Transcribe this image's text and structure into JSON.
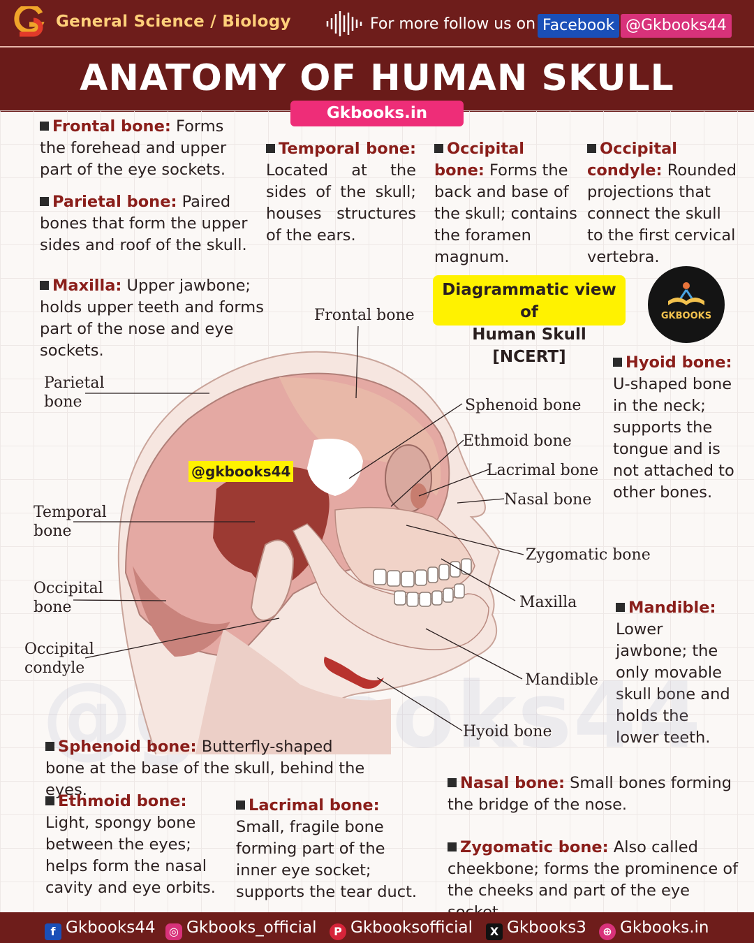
{
  "header": {
    "breadcrumb": "General Science / Biology",
    "follow_text": "For more follow us on",
    "platform": "Facebook",
    "handle": "@Gkbooks44"
  },
  "title": "ANATOMY OF HUMAN SKULL",
  "site_badge": "Gkbooks.in",
  "notes": {
    "frontal": {
      "term": "Frontal bone:",
      "text": " Forms the forehead and upper part of the eye sockets."
    },
    "parietal": {
      "term": "Parietal bone:",
      "text": " Paired bones that form the upper sides and roof of the skull."
    },
    "maxilla": {
      "term": "Maxilla:",
      "text": " Upper jawbone; holds upper teeth and forms part of the nose and eye sockets."
    },
    "temporal": {
      "term": "Temporal bone:",
      "text": " Located at the sides of the skull; houses structures of the ears."
    },
    "occipital": {
      "term": "Occipital bone:",
      "text": " Forms the back and base of the skull; contains the foramen magnum."
    },
    "occipital_condyle": {
      "term": "Occipital condyle:",
      "text": " Rounded projections that connect the skull to the first cervical vertebra."
    },
    "hyoid": {
      "term": "Hyoid bone:",
      "text": " U-shaped bone in the neck; supports the tongue and is not attached to other bones."
    },
    "mandible": {
      "term": "Mandible:",
      "text": " Lower jawbone; the only movable skull bone and holds the lower teeth."
    },
    "sphenoid": {
      "term": "Sphenoid bone:",
      "text": " Butterfly-shaped bone at the base of the skull, behind the eyes."
    },
    "ethmoid": {
      "term": "Ethmoid bone:",
      "text": " Light, spongy bone between the eyes; helps form the nasal cavity and eye orbits."
    },
    "lacrimal": {
      "term": "Lacrimal bone:",
      "text": " Small, fragile bone forming part of the inner eye socket; supports the tear duct."
    },
    "nasal": {
      "term": "Nasal bone:",
      "text": " Small bones forming the bridge of the nose."
    },
    "zygomatic": {
      "term": "Zygomatic bone:",
      "text": " Also called cheekbone; forms the prominence of the cheeks and part of the eye socket."
    }
  },
  "diagram_tag": {
    "line1": "Diagrammatic view of",
    "line2": "Human Skull [NCERT]"
  },
  "badge_text": "GKBOOKS",
  "diagram_labels": {
    "frontal": "Frontal bone",
    "parietal_1": "Parietal",
    "parietal_2": "bone",
    "temporal_1": "Temporal",
    "temporal_2": "bone",
    "occipital_1": "Occipital",
    "occipital_2": "bone",
    "condyle_1": "Occipital",
    "condyle_2": "condyle",
    "sphenoid": "Sphenoid bone",
    "ethmoid": "Ethmoid bone",
    "lacrimal": "Lacrimal bone",
    "nasal": "Nasal bone",
    "zygomatic": "Zygomatic bone",
    "maxilla": "Maxilla",
    "mandible": "Mandible",
    "hyoid": "Hyoid bone"
  },
  "watermark": "@gkbooks44",
  "diagram_watermark": "@gkbooks44",
  "footer": [
    {
      "icon": "facebook-icon",
      "label": "Gkbooks44"
    },
    {
      "icon": "instagram-icon",
      "label": "Gkbooks_official"
    },
    {
      "icon": "pinterest-icon",
      "label": "Gkbooksofficial"
    },
    {
      "icon": "x-icon",
      "label": "Gkbooks3"
    },
    {
      "icon": "globe-icon",
      "label": "Gkbooks.in"
    }
  ],
  "colors": {
    "header_bg": "#6e1d1b",
    "accent_pink": "#ee2d78",
    "term_red": "#8a1e1a",
    "tag_yellow": "#fff200"
  }
}
